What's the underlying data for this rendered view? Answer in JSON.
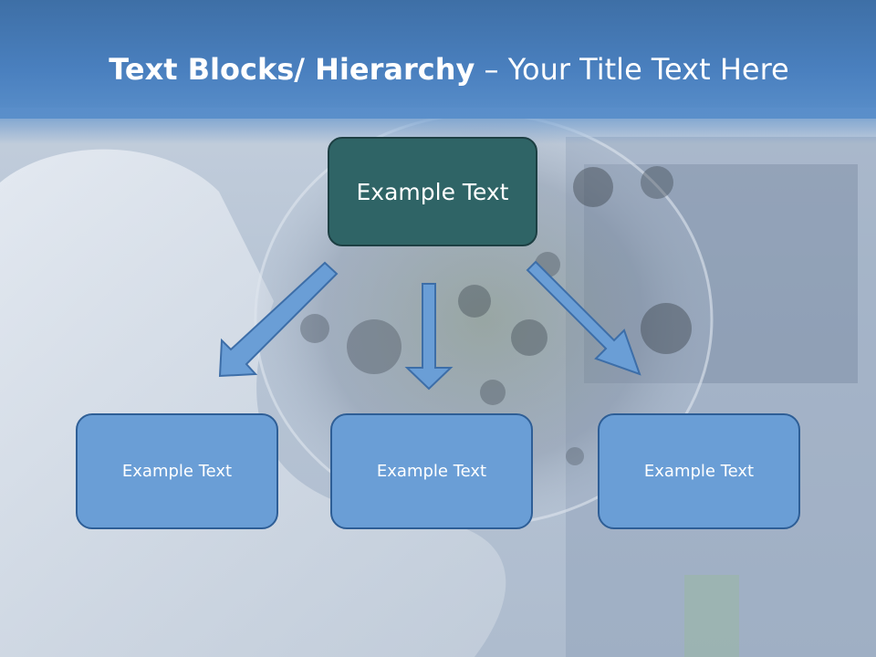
{
  "slide": {
    "title_bold": "Text Blocks/ Hierarchy",
    "title_separator": " – ",
    "title_rest": "Your Title Text Here"
  },
  "diagram": {
    "top_box": {
      "label": "Example Text"
    },
    "children": [
      {
        "label": "Example Text"
      },
      {
        "label": "Example Text"
      },
      {
        "label": "Example Text"
      }
    ]
  },
  "colors": {
    "title_bar": "#4a80bf",
    "top_box_fill": "#2f6466",
    "child_box_fill": "#6a9ed6",
    "arrow_fill": "#6a9ed6",
    "arrow_stroke": "#3d6ea8"
  }
}
